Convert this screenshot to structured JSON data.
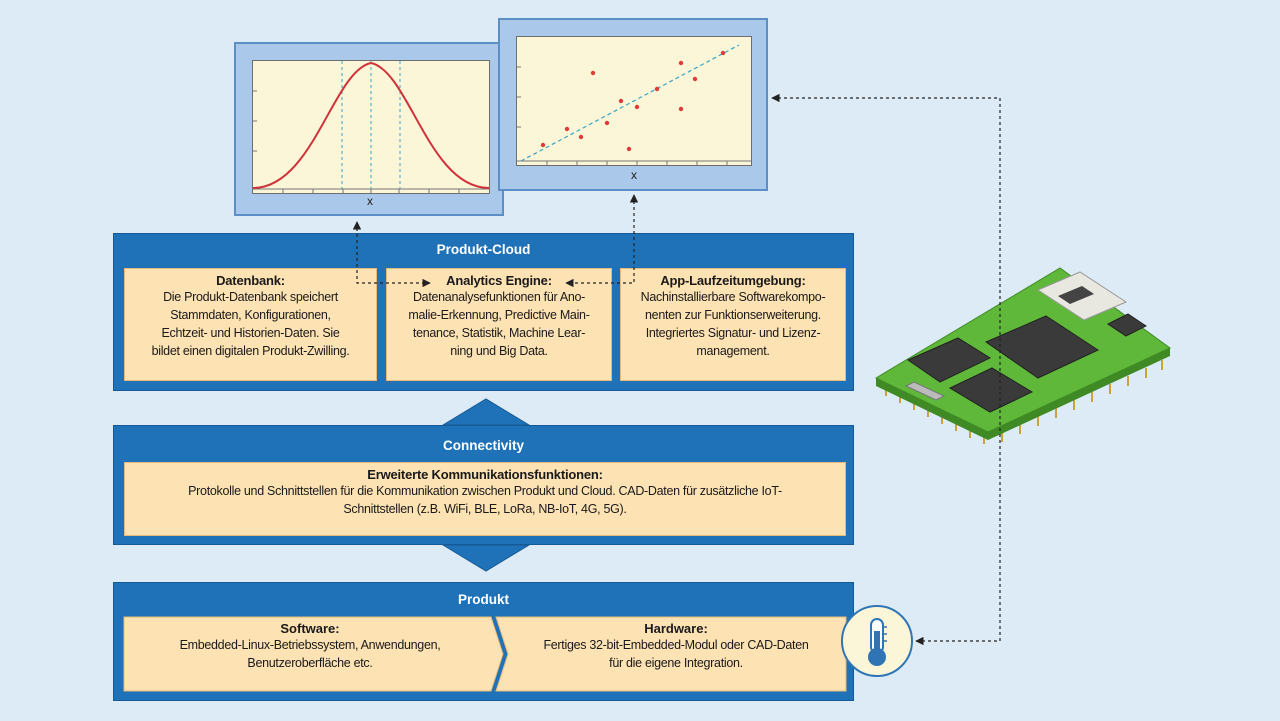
{
  "charts": {
    "gauss": {
      "xlabel": "x"
    },
    "scatter": {
      "xlabel": "x"
    }
  },
  "cloud": {
    "title": "Produkt-Cloud",
    "boxes": [
      {
        "title": "Datenbank:",
        "lines": [
          "Die Produkt-Datenbank speichert",
          "Stammdaten, Konfigurationen,",
          "Echtzeit- und Historien-Daten. Sie",
          "bildet einen digitalen Produkt-Zwilling."
        ]
      },
      {
        "title": "Analytics Engine:",
        "lines": [
          "Datenanalysefunktionen für Ano-",
          "malie-Erkennung, Predictive Main-",
          "tenance, Statistik, Machine Lear-",
          "ning und Big Data."
        ]
      },
      {
        "title": "App-Laufzeitumgebung:",
        "lines": [
          "Nachinstallierbare Softwarekompo-",
          "nenten zur Funktionserweiterung.",
          "Integriertes Signatur- und Lizenz-",
          "management."
        ]
      }
    ]
  },
  "connectivity": {
    "title": "Connectivity",
    "box": {
      "title": "Erweiterte Kommunikationsfunktionen:",
      "lines": [
        "Protokolle und Schnittstellen für die Kommunikation zwischen Produkt und Cloud. CAD-Daten für zusätzliche IoT-",
        "Schnittstellen (z.B. WiFi, BLE, LoRa, NB-IoT, 4G, 5G)."
      ]
    }
  },
  "produkt": {
    "title": "Produkt",
    "software": {
      "title": "Software:",
      "lines": [
        "Embedded-Linux-Betriebssystem, Anwendungen,",
        "Benutzeroberfläche etc."
      ]
    },
    "hardware": {
      "title": "Hardware:",
      "lines": [
        "Fertiges 32-bit-Embedded-Modul oder CAD-Daten",
        "für die eigene Integration."
      ]
    }
  },
  "colors": {
    "layer": "#1f72b8",
    "box": "#fde2b4",
    "curve": "#d0323a",
    "point": "#e03a3a",
    "trend": "#3aa3c9",
    "pcb": "#5fb83a"
  },
  "icons": [
    "thermometer-icon",
    "embedded-module-illustration",
    "dotted-arrow"
  ]
}
